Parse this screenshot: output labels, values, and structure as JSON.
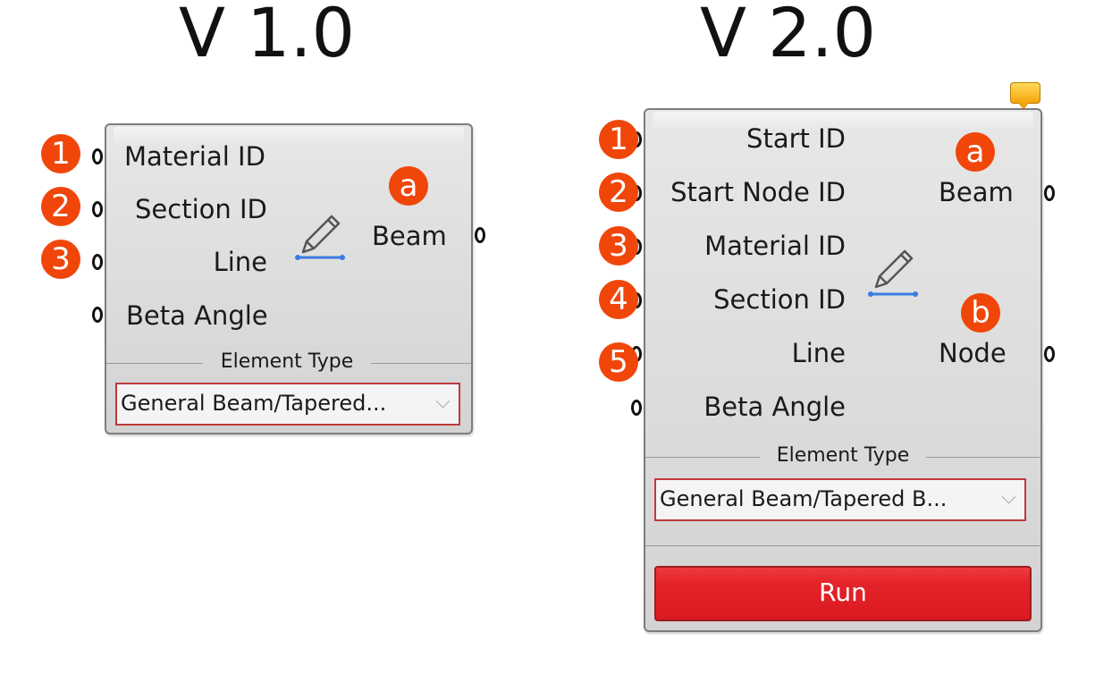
{
  "v1": {
    "title": "V 1.0",
    "inputs": [
      "Material ID",
      "Section ID",
      "Line",
      "Beta Angle"
    ],
    "badges": [
      "1",
      "2",
      "3"
    ],
    "output_badge": "a",
    "output": "Beam",
    "section_label": "Element Type",
    "dropdown_value": "General Beam/Tapered..."
  },
  "v2": {
    "title": "V 2.0",
    "inputs": [
      "Start ID",
      "Start Node ID",
      "Material ID",
      "Section ID",
      "Line",
      "Beta Angle"
    ],
    "badges": [
      "1",
      "2",
      "3",
      "4",
      "5"
    ],
    "output_badges": [
      "a",
      "b"
    ],
    "outputs": [
      "Beam",
      "Node"
    ],
    "section_label": "Element Type",
    "dropdown_value": "General Beam/Tapered B...",
    "run_label": "Run"
  },
  "colors": {
    "badge": "#f0460a",
    "run_button": "#e5232a",
    "dropdown_border": "#c0393b"
  },
  "icons": [
    "pencil-icon",
    "message-balloon-icon"
  ]
}
